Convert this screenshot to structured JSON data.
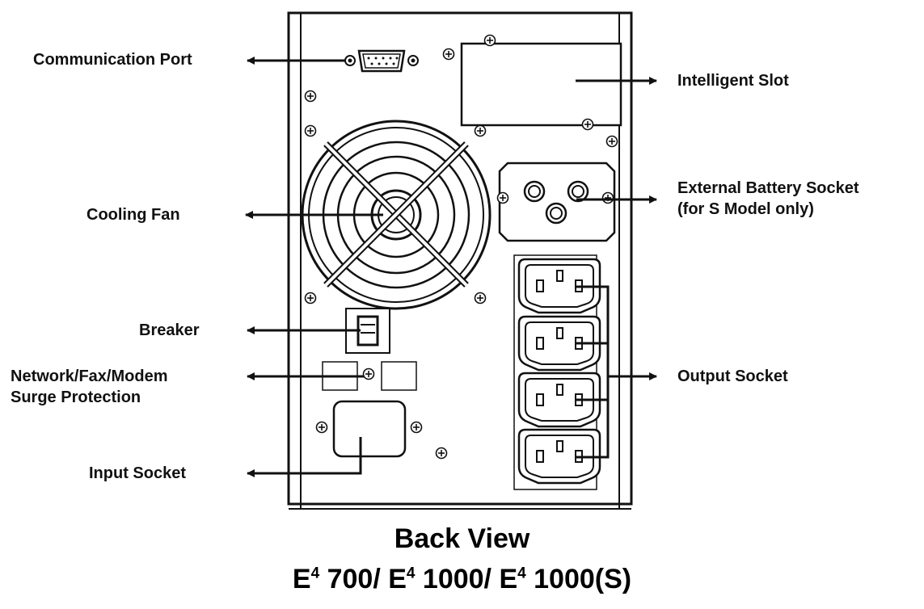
{
  "labels": {
    "communication_port": "Communication Port",
    "cooling_fan": "Cooling Fan",
    "breaker": "Breaker",
    "surge_line1": "Network/Fax/Modem",
    "surge_line2": "Surge Protection",
    "input_socket": "Input Socket",
    "intelligent_slot": "Intelligent Slot",
    "battery_line1": "External Battery Socket",
    "battery_line2": "(for S Model  only)",
    "output_socket": "Output Socket"
  },
  "caption": {
    "title": "Back View",
    "model_e1": "E",
    "sup1": "4",
    "model_p1": " 700/ E",
    "sup2": "4",
    "model_p2": " 1000/ E",
    "sup3": "4",
    "model_p3": " 1000(S)"
  }
}
